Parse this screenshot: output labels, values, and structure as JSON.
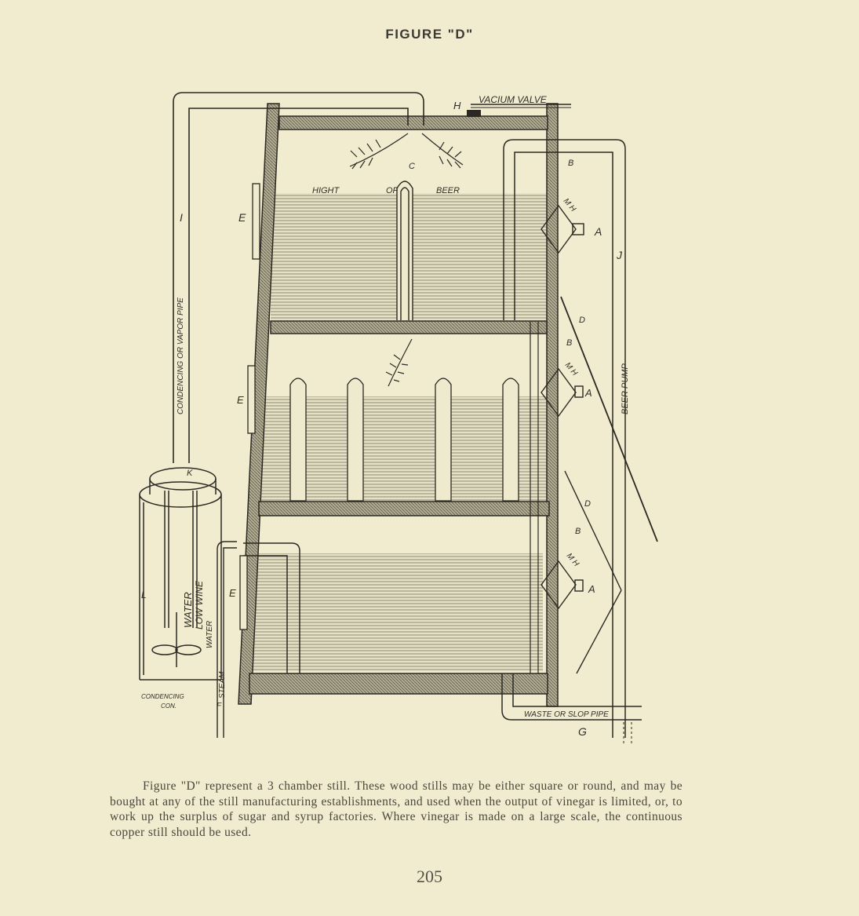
{
  "figure": {
    "title": "FIGURE \"D\"",
    "labels": {
      "vacuum_valve": "VACIUM VALVE",
      "h": "H",
      "hight_of_beer": [
        "HIGHT",
        "OF",
        "BEER"
      ],
      "condensing_pipe": "CONDENCING OR VAPOR PIPE",
      "beer_pump": "BEER PUMP",
      "waste_pipe": "WASTE OR SLOP PIPE",
      "steam": "STEAM",
      "water": "WATER",
      "low_wine": "LOW WINE",
      "water_small": "WATER",
      "condensing_can": [
        "CONDENCING",
        "CON."
      ],
      "i": "I",
      "j": "J",
      "k": "K",
      "l": "L",
      "g": "G",
      "f": "F",
      "e": "E",
      "a": "A",
      "b": "B",
      "c": "C",
      "d": "D",
      "mh": "M H"
    }
  },
  "caption": "Figure \"D\" represent a 3 chamber still. These wood stills may be either square or round, and may be bought at any of the still manufacturing establishments, and used when the output of vinegar is limited, or, to work up the surplus of sugar and syrup factories. Where vinegar is made on a large scale, the continuous copper still should be used.",
  "page_number": "205"
}
